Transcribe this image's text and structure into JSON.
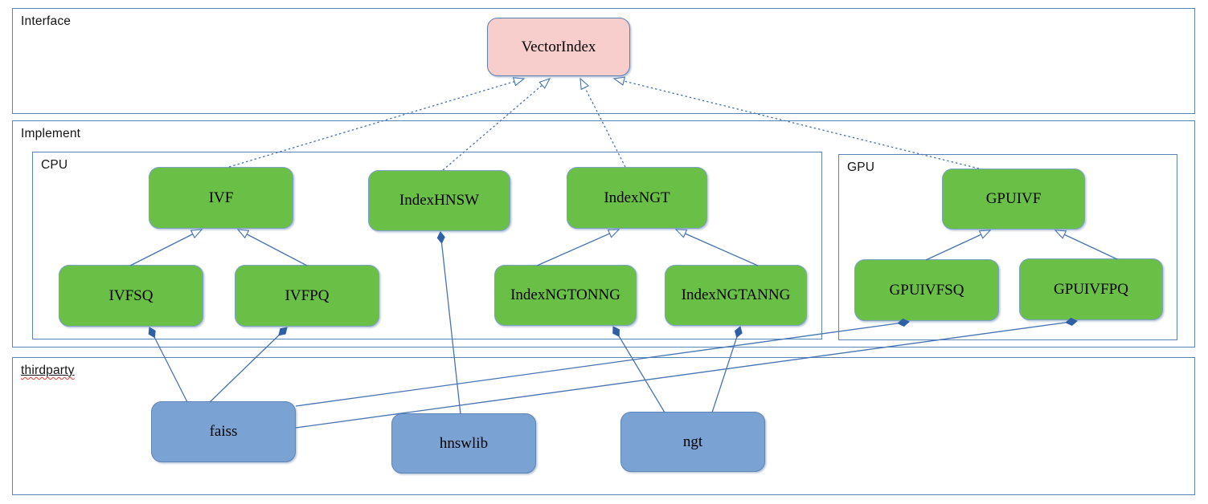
{
  "diagram": {
    "containers": {
      "interface": {
        "label": "Interface"
      },
      "implement": {
        "label": "Implement"
      },
      "cpu": {
        "label": "CPU"
      },
      "gpu": {
        "label": "GPU"
      },
      "thirdparty": {
        "label": "thirdparty",
        "spellcheck_flagged": true
      }
    },
    "nodes": {
      "vectorindex": {
        "label": "VectorIndex",
        "kind": "interface"
      },
      "ivf": {
        "label": "IVF",
        "kind": "implementation"
      },
      "indexhnsw": {
        "label": "IndexHNSW",
        "kind": "implementation"
      },
      "indexngt": {
        "label": "IndexNGT",
        "kind": "implementation"
      },
      "ivfsq": {
        "label": "IVFSQ",
        "kind": "implementation"
      },
      "ivfpq": {
        "label": "IVFPQ",
        "kind": "implementation"
      },
      "indexngtonng": {
        "label": "IndexNGTONNG",
        "kind": "implementation"
      },
      "indexngtanng": {
        "label": "IndexNGTANNG",
        "kind": "implementation"
      },
      "gpuivf": {
        "label": "GPUIVF",
        "kind": "implementation"
      },
      "gpuivfsq": {
        "label": "GPUIVFSQ",
        "kind": "implementation"
      },
      "gpuivfpq": {
        "label": "GPUIVFPQ",
        "kind": "implementation"
      },
      "faiss": {
        "label": "faiss",
        "kind": "thirdparty"
      },
      "hnswlib": {
        "label": "hnswlib",
        "kind": "thirdparty"
      },
      "ngt": {
        "label": "ngt",
        "kind": "thirdparty"
      }
    },
    "edges": [
      {
        "from": "ivf",
        "to": "vectorindex",
        "type": "realization"
      },
      {
        "from": "indexhnsw",
        "to": "vectorindex",
        "type": "realization"
      },
      {
        "from": "indexngt",
        "to": "vectorindex",
        "type": "realization"
      },
      {
        "from": "gpuivf",
        "to": "vectorindex",
        "type": "realization"
      },
      {
        "from": "ivfsq",
        "to": "ivf",
        "type": "generalization"
      },
      {
        "from": "ivfpq",
        "to": "ivf",
        "type": "generalization"
      },
      {
        "from": "indexngtonng",
        "to": "indexngt",
        "type": "generalization"
      },
      {
        "from": "indexngtanng",
        "to": "indexngt",
        "type": "generalization"
      },
      {
        "from": "gpuivfsq",
        "to": "gpuivf",
        "type": "generalization"
      },
      {
        "from": "gpuivfpq",
        "to": "gpuivf",
        "type": "generalization"
      },
      {
        "from": "faiss",
        "to": "ivfsq",
        "type": "composition"
      },
      {
        "from": "faiss",
        "to": "ivfpq",
        "type": "composition"
      },
      {
        "from": "faiss",
        "to": "gpuivfsq",
        "type": "composition"
      },
      {
        "from": "faiss",
        "to": "gpuivfpq",
        "type": "composition"
      },
      {
        "from": "hnswlib",
        "to": "indexhnsw",
        "type": "composition"
      },
      {
        "from": "ngt",
        "to": "indexngtonng",
        "type": "composition"
      },
      {
        "from": "ngt",
        "to": "indexngtanng",
        "type": "composition"
      }
    ],
    "colors": {
      "interface_node_fill": "#f8cecc",
      "implementation_node_fill": "#6abf47",
      "thirdparty_node_fill": "#7aa2d2",
      "container_border": "#5b84b8",
      "edge": "#4673b2",
      "arrowhead_fill": "#ffffff",
      "diamond_fill": "#2f5fa5",
      "label_text": "#141414",
      "node_text": "#000000",
      "spellcheck_underline": "#e03c31"
    }
  }
}
